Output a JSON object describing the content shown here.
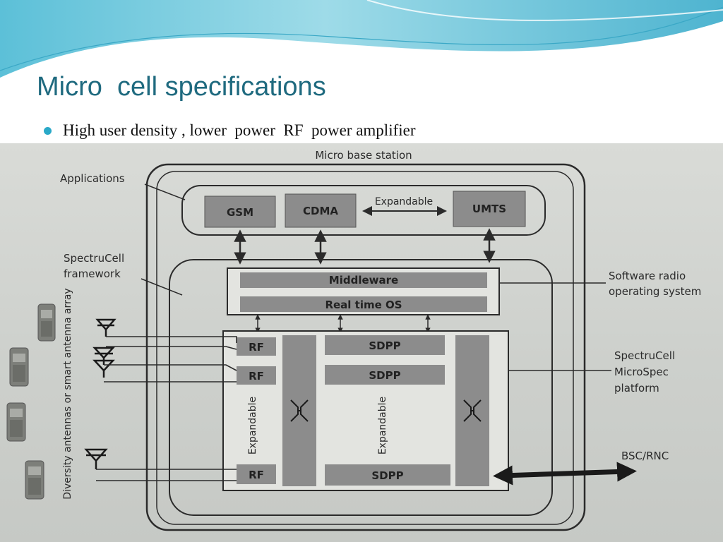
{
  "slide": {
    "title": "Micro  cell specifications",
    "bullets": [
      "High user density , lower  power  RF  power amplifier"
    ]
  },
  "diagram": {
    "title": "Micro base station",
    "applications": {
      "label": "Applications",
      "items": [
        "GSM",
        "CDMA",
        "UMTS"
      ],
      "expandable_label": "Expandable"
    },
    "framework_label": [
      "SpectruCell",
      "framework"
    ],
    "middleware": "Middleware",
    "rtos": "Real time OS",
    "software_radio_label": [
      "Software radio",
      "operating system"
    ],
    "rf_units": [
      "RF",
      "RF",
      "RF"
    ],
    "sdpp_units": [
      "SDPP",
      "SDPP",
      "SDPP"
    ],
    "expandable_vertical": "Expandable",
    "platform_label": [
      "SpectruCell",
      "MicroSpec",
      "platform"
    ],
    "bsc_label": "BSC/RNC",
    "antenna_label": "Diversity antennas or smart antenna array"
  },
  "colors": {
    "title": "#1f6a7f",
    "bullet": "#2aa9c8",
    "box_fill": "#8c8c8c",
    "line": "#2b2b2b"
  }
}
